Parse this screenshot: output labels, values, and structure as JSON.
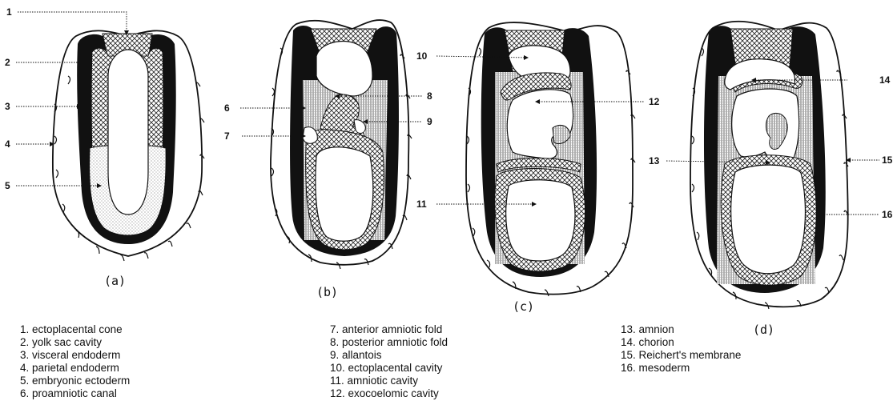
{
  "panels": [
    "(a)",
    "(b)",
    "(c)",
    "(d)"
  ],
  "numbers": [
    "1",
    "2",
    "3",
    "4",
    "5",
    "6",
    "7",
    "8",
    "9",
    "10",
    "11",
    "12",
    "13",
    "14",
    "15",
    "16"
  ],
  "legend_col1": [
    "1.  ectoplacental cone",
    "2.  yolk sac cavity",
    "3.  visceral endoderm",
    "4.  parietal endoderm",
    "5.  embryonic ectoderm",
    "6.  proamniotic canal"
  ],
  "legend_col2": [
    "7.  anterior amniotic fold",
    "8.  posterior amniotic fold",
    "9.  allantois",
    "10.  ectoplacental cavity",
    "11.  amniotic cavity",
    "12.  exocoelomic cavity"
  ],
  "legend_col3": [
    "13.  amnion",
    "14.  chorion",
    "15.  Reichert's membrane",
    "16.  mesoderm"
  ]
}
